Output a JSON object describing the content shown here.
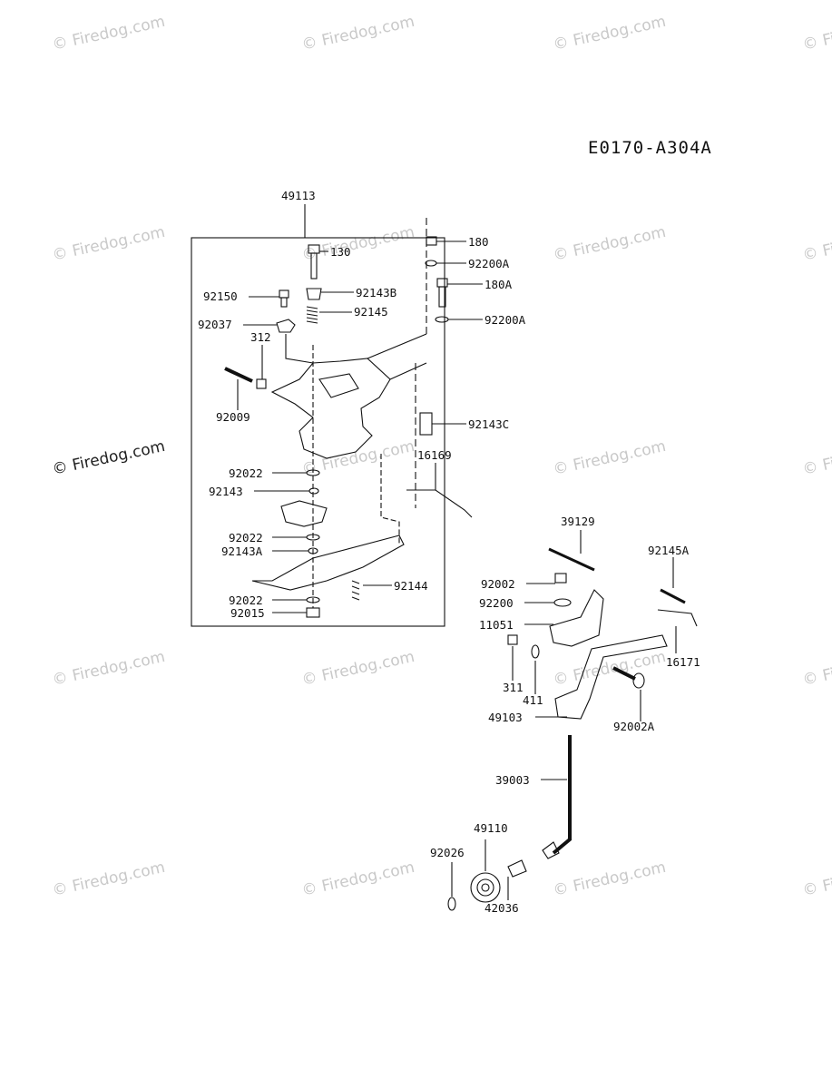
{
  "diagram_code": "E0170-A304A",
  "watermark": "© Firedog.com",
  "parts": {
    "p49113": "49113",
    "p130": "130",
    "p180": "180",
    "p92200A_1": "92200A",
    "p180A": "180A",
    "p92143B": "92143B",
    "p92150": "92150",
    "p92145": "92145",
    "p92200A_2": "92200A",
    "p92037": "92037",
    "p312": "312",
    "p92009": "92009",
    "p92143C": "92143C",
    "p16169": "16169",
    "p92022_1": "92022",
    "p92143": "92143",
    "p92022_2": "92022",
    "p92143A": "92143A",
    "p92144": "92144",
    "p92022_3": "92022",
    "p92015": "92015",
    "p39129": "39129",
    "p92145A": "92145A",
    "p92002": "92002",
    "p92200": "92200",
    "p11051": "11051",
    "p16171": "16171",
    "p311": "311",
    "p411": "411",
    "p49103": "49103",
    "p92002A": "92002A",
    "p39003": "39003",
    "p49110": "49110",
    "p92026": "92026",
    "p42036": "42036"
  }
}
